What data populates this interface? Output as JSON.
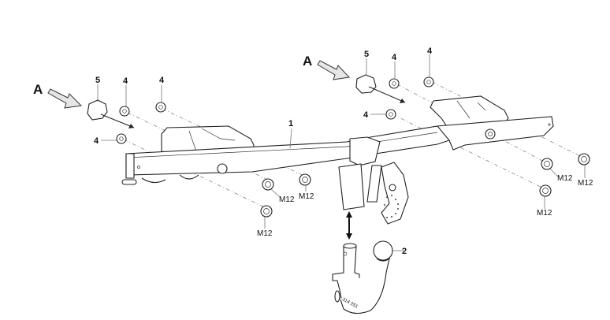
{
  "diagram": {
    "type": "exploded-assembly",
    "subject": "tow bar (trailer hitch) assembly",
    "view_labels": [
      {
        "id": "view-a-left",
        "text": "A"
      },
      {
        "id": "view-a-right",
        "text": "A"
      }
    ],
    "part_callouts": [
      {
        "id": "crossmember",
        "text": "1"
      },
      {
        "id": "ball-neck",
        "text": "2"
      },
      {
        "id": "washer-left-1",
        "text": "4"
      },
      {
        "id": "washer-left-2",
        "text": "4"
      },
      {
        "id": "washer-left-3",
        "text": "4"
      },
      {
        "id": "washer-right-1",
        "text": "4"
      },
      {
        "id": "washer-right-2",
        "text": "4"
      },
      {
        "id": "washer-right-3",
        "text": "4"
      },
      {
        "id": "spacer-left",
        "text": "5"
      },
      {
        "id": "spacer-right",
        "text": "5"
      }
    ],
    "nut_labels": [
      {
        "id": "nut-left-1",
        "text": "M12"
      },
      {
        "id": "nut-left-2",
        "text": "M12"
      },
      {
        "id": "nut-left-3",
        "text": "M12"
      },
      {
        "id": "nut-right-1",
        "text": "M12"
      },
      {
        "id": "nut-right-2",
        "text": "M12"
      },
      {
        "id": "nut-right-3",
        "text": "M12"
      }
    ],
    "ball-neck_stamp": "314 251"
  }
}
